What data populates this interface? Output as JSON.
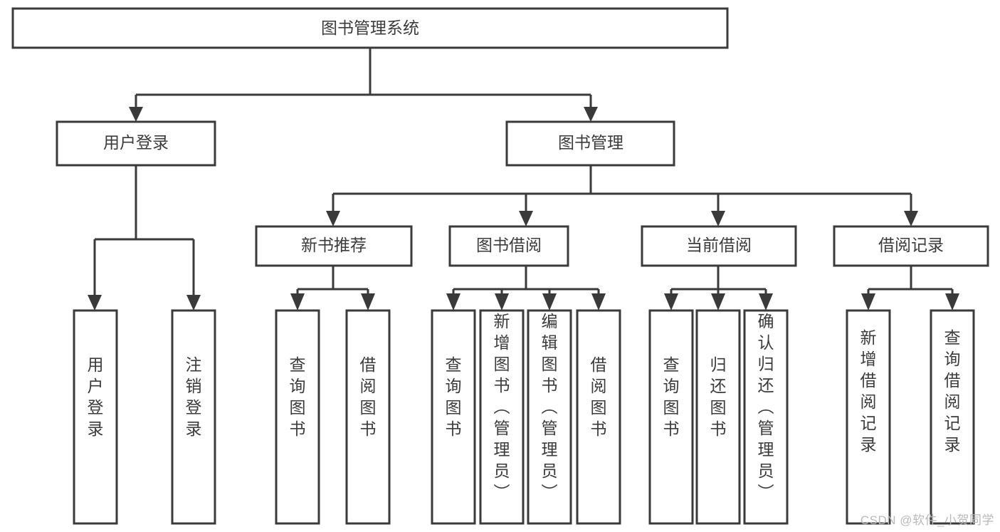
{
  "diagram": {
    "type": "tree-hierarchy",
    "title": "图书管理系统",
    "root": {
      "label": "图书管理系统",
      "children": [
        {
          "label": "用户登录",
          "children": [
            {
              "label": "用户登录"
            },
            {
              "label": "注销登录"
            }
          ]
        },
        {
          "label": "图书管理",
          "children": [
            {
              "label": "新书推荐",
              "children": [
                {
                  "label": "查询图书"
                },
                {
                  "label": "借阅图书"
                }
              ]
            },
            {
              "label": "图书借阅",
              "children": [
                {
                  "label": "查询图书"
                },
                {
                  "label": "新增图书（管理员）"
                },
                {
                  "label": "编辑图书（管理员）"
                },
                {
                  "label": "借阅图书"
                }
              ]
            },
            {
              "label": "当前借阅",
              "children": [
                {
                  "label": "查询图书"
                },
                {
                  "label": "归还图书"
                },
                {
                  "label": "确认归还（管理员）"
                }
              ]
            },
            {
              "label": "借阅记录",
              "children": [
                {
                  "label": "新增借阅记录"
                },
                {
                  "label": "查询借阅记录"
                }
              ]
            }
          ]
        }
      ]
    },
    "colors": {
      "box_fill": "#ffffff",
      "box_stroke": "#3a3a3a",
      "text": "#3b3b3b",
      "connector": "#3a3a3a",
      "watermark": "#b9b9b9",
      "background": "#ffffff"
    }
  },
  "nodes": {
    "root": "图书管理系统",
    "level2": {
      "user_login": "用户登录",
      "book_manage": "图书管理"
    },
    "level3": {
      "new_book_rec": "新书推荐",
      "book_borrow": "图书借阅",
      "current_borrow": "当前借阅",
      "borrow_record": "借阅记录"
    },
    "leaves": {
      "user_login_1": "用户登录",
      "user_login_2": "注销登录",
      "new_book_1": "查询图书",
      "new_book_2": "借阅图书",
      "borrow_1": "查询图书",
      "borrow_2": "新增图书（管理员）",
      "borrow_3": "编辑图书（管理员）",
      "borrow_4": "借阅图书",
      "current_1": "查询图书",
      "current_2": "归还图书",
      "current_3": "确认归还（管理员）",
      "record_1": "新增借阅记录",
      "record_2": "查询借阅记录"
    }
  },
  "watermark": {
    "text": "CSDN @软件_小贺同学"
  }
}
